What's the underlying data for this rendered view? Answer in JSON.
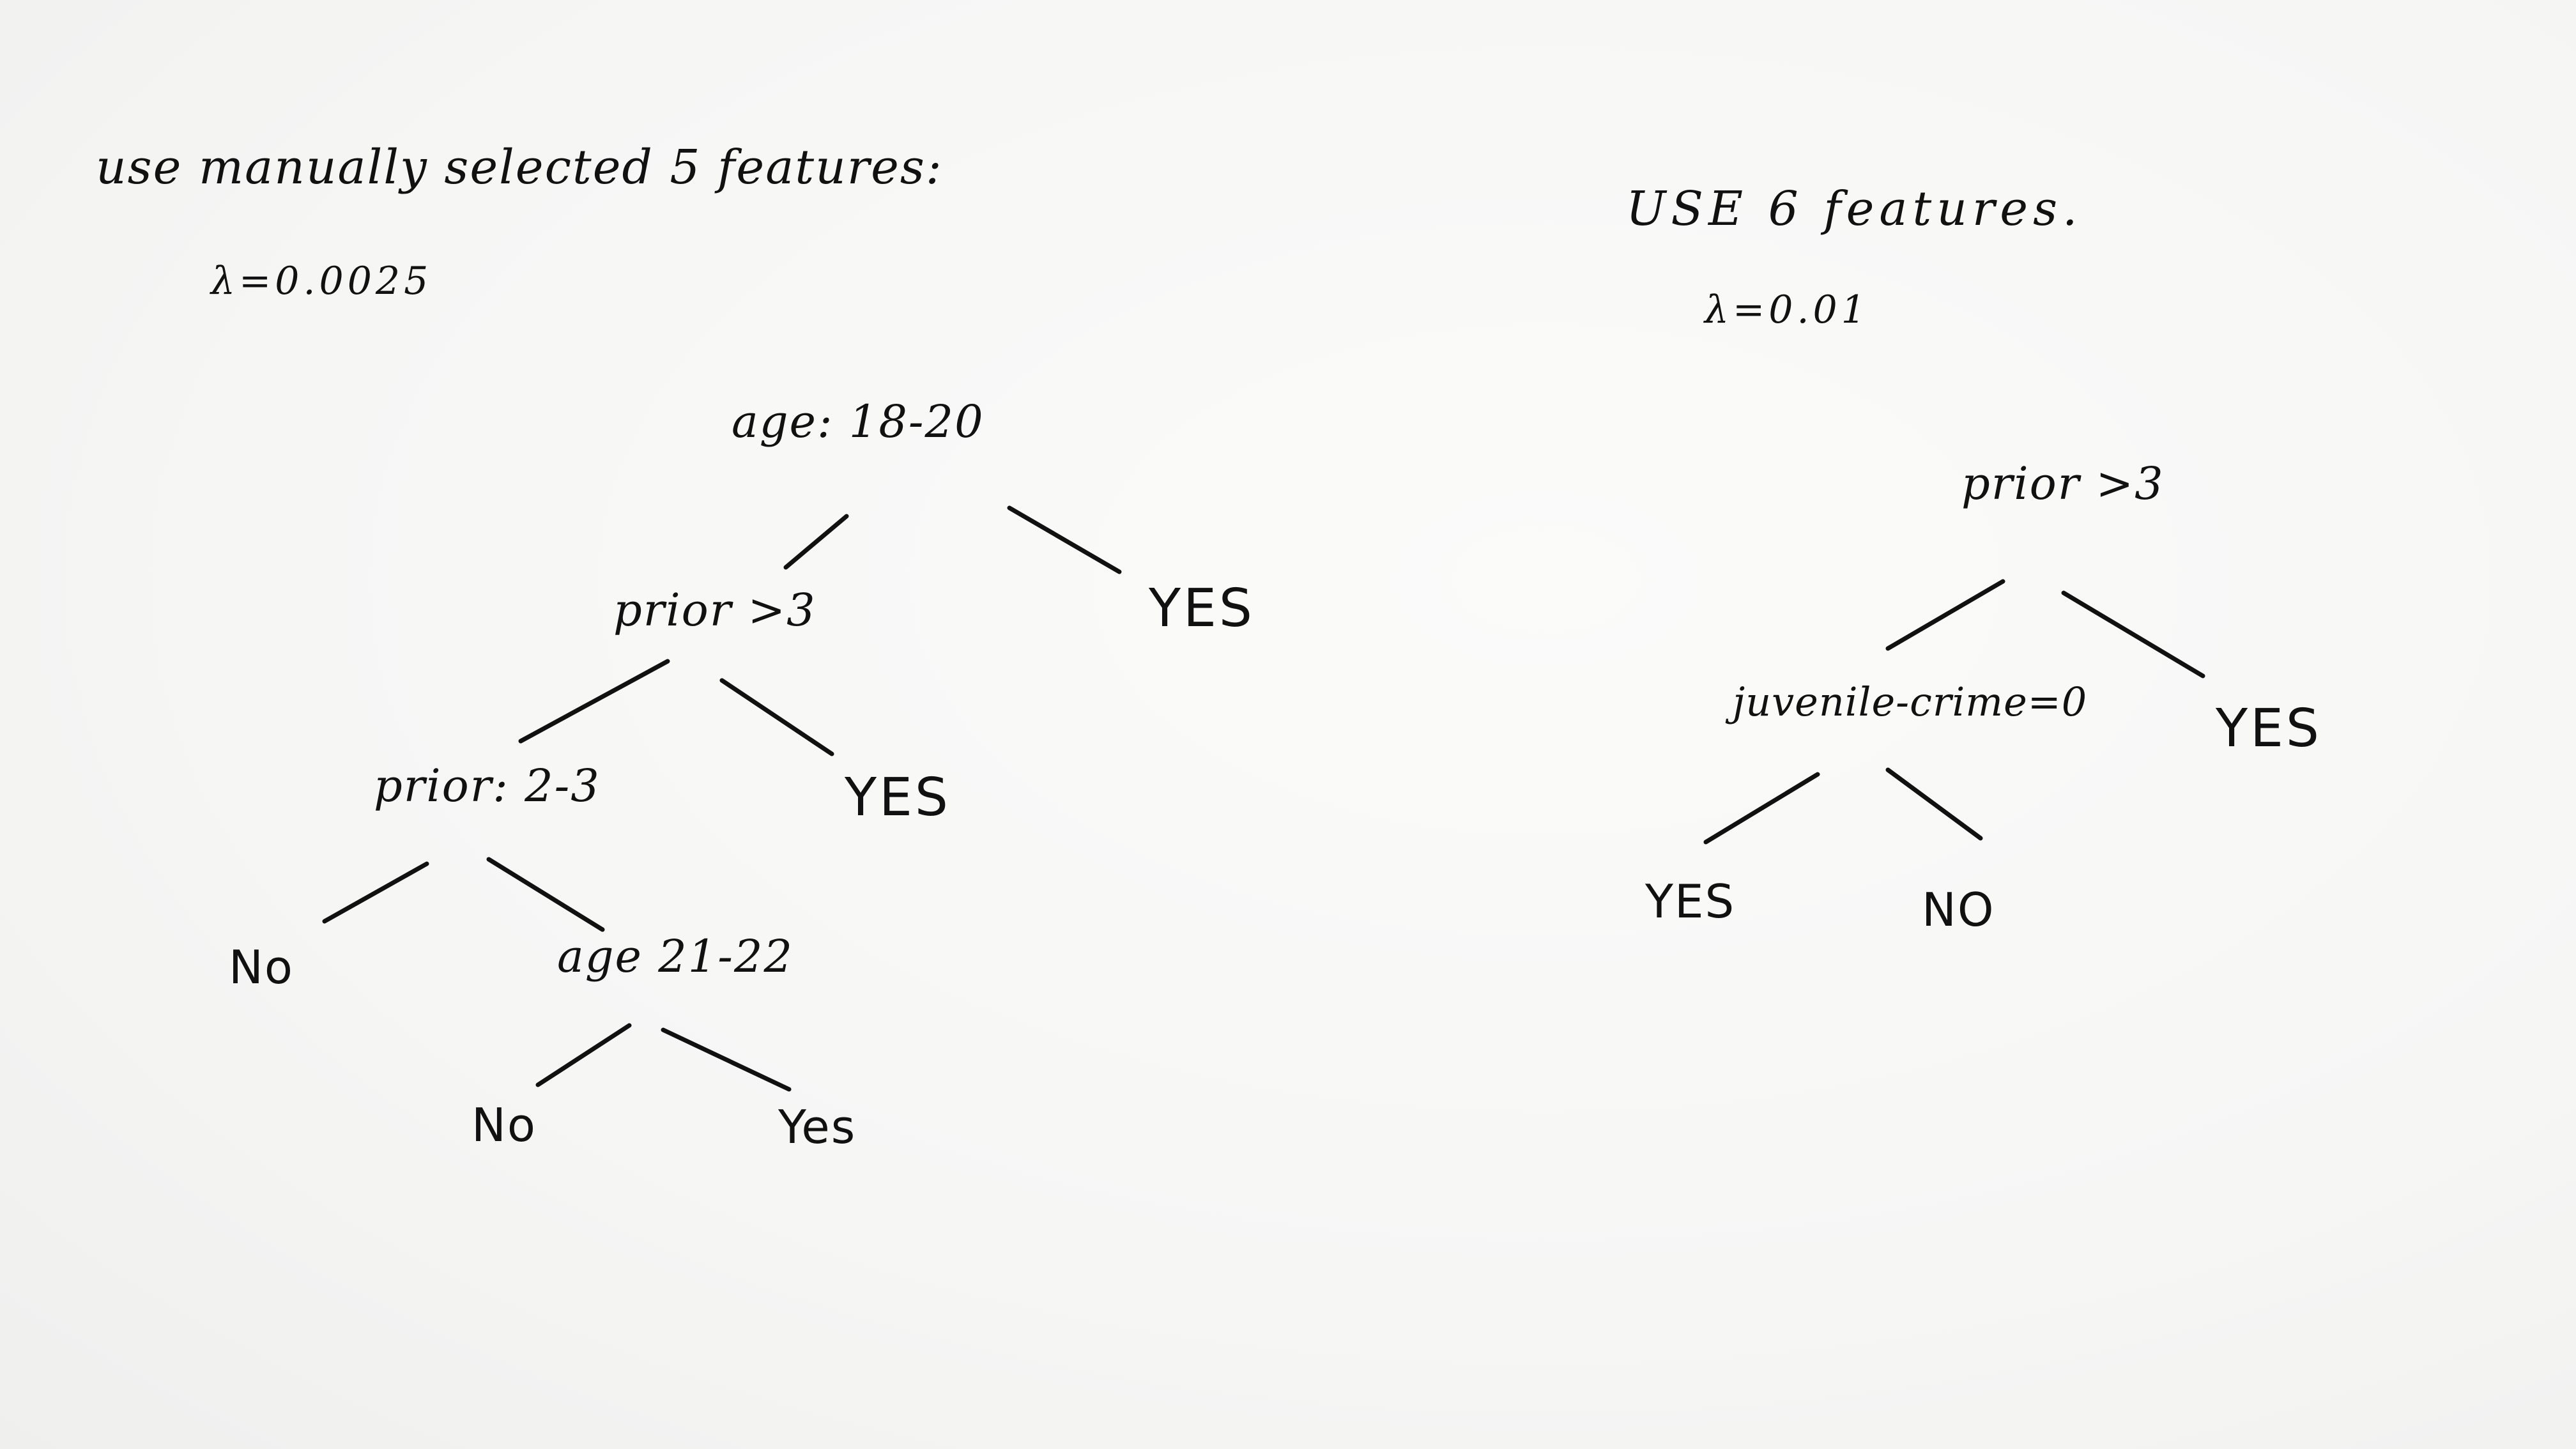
{
  "left": {
    "header": "use manually selected 5 features:",
    "lambda": "λ=0.0025",
    "tree": {
      "root": "age: 18-20",
      "root_right_leaf": "YES",
      "n2": "prior >3",
      "n2_right_leaf": "YES",
      "n3": "prior: 2-3",
      "n3_left_leaf": "No",
      "n4": "age 21-22",
      "n4_left_leaf": "No",
      "n4_right_leaf": "Yes"
    }
  },
  "right": {
    "header": "USE 6 features.",
    "lambda": "λ=0.01",
    "tree": {
      "root": "prior >3",
      "root_right_leaf": "YES",
      "n2": "juvenile-crime=0",
      "n2_left_leaf": "YES",
      "n2_right_leaf": "NO"
    }
  },
  "colors": {
    "paper": "#f7f7f6",
    "ink": "#111111"
  }
}
